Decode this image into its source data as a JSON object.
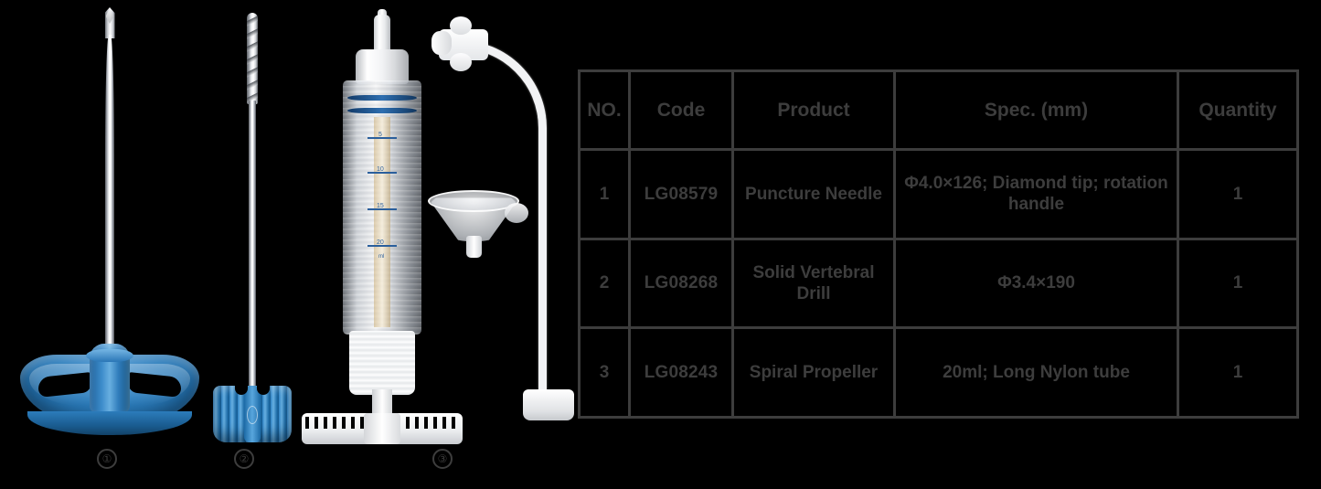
{
  "page": {
    "background_color": "#000000",
    "text_color": "#3d3d3d",
    "accent_blue": "#2d7ebd"
  },
  "table": {
    "name": "product-specification-table",
    "columns": [
      "NO.",
      "Code",
      "Product",
      "Spec. (mm)",
      "Quantity"
    ],
    "rows": [
      {
        "no": "1",
        "code": "LG08579",
        "product": "Puncture Needle",
        "spec": "Φ4.0×126; Diamond tip; rotation handle",
        "quantity": "1"
      },
      {
        "no": "2",
        "code": "LG08268",
        "product": "Solid Vertebral Drill",
        "spec": "Φ3.4×190",
        "quantity": "1"
      },
      {
        "no": "3",
        "code": "LG08243",
        "product": "Spiral Propeller",
        "spec": "20ml; Long Nylon tube",
        "quantity": "1"
      }
    ]
  },
  "photos": {
    "items": [
      {
        "caption": "①",
        "label": "puncture-needle-photo"
      },
      {
        "caption": "②",
        "label": "solid-vertebral-drill-photo"
      },
      {
        "caption": "③",
        "label": "spiral-propeller-photo"
      }
    ],
    "accessories": [
      {
        "label": "funnel-accessory"
      },
      {
        "label": "long-nylon-tube-accessory"
      }
    ]
  },
  "syringe_scale": {
    "ticks": [
      "5",
      "10",
      "15",
      "20"
    ],
    "unit": "ml"
  }
}
